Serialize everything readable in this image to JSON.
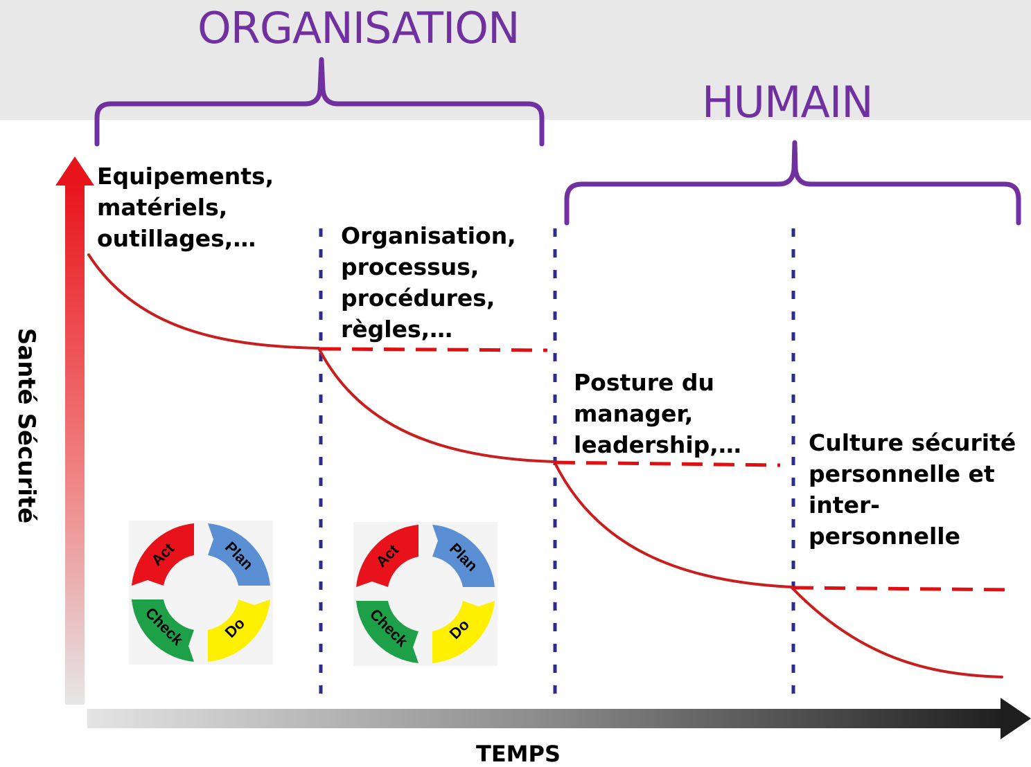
{
  "header": {
    "organisation_label": "ORGANISATION",
    "humain_label": "HUMAIN",
    "band_color": "#e8e8e8",
    "brace_color": "#7030a0"
  },
  "axes": {
    "y_label": "Santé Sécurité",
    "x_label": "TEMPS"
  },
  "phases": [
    {
      "lines": [
        "Equipements,",
        "matériels,",
        "outillages,…"
      ]
    },
    {
      "lines": [
        "Organisation,",
        "processus,",
        "procédures,",
        "règles,…"
      ]
    },
    {
      "lines": [
        "Posture du",
        "manager,",
        "leadership,…"
      ]
    },
    {
      "lines": [
        "Culture sécurité",
        "personnelle et",
        "inter-",
        "personnelle"
      ]
    }
  ],
  "pdca_cycles": [
    {
      "act": "Act",
      "plan": "Plan",
      "do": "Do",
      "check": "Check"
    },
    {
      "act": "Act",
      "plan": "Plan",
      "do": "Do",
      "check": "Check"
    }
  ],
  "colors": {
    "curve": "#c81e1e",
    "dashed_plateau": "#e01010",
    "divider": "#2c2c8c",
    "pdca_act": "#e8121a",
    "pdca_plan": "#5b8fd4",
    "pdca_do": "#ffef00",
    "pdca_check": "#1ea048"
  }
}
